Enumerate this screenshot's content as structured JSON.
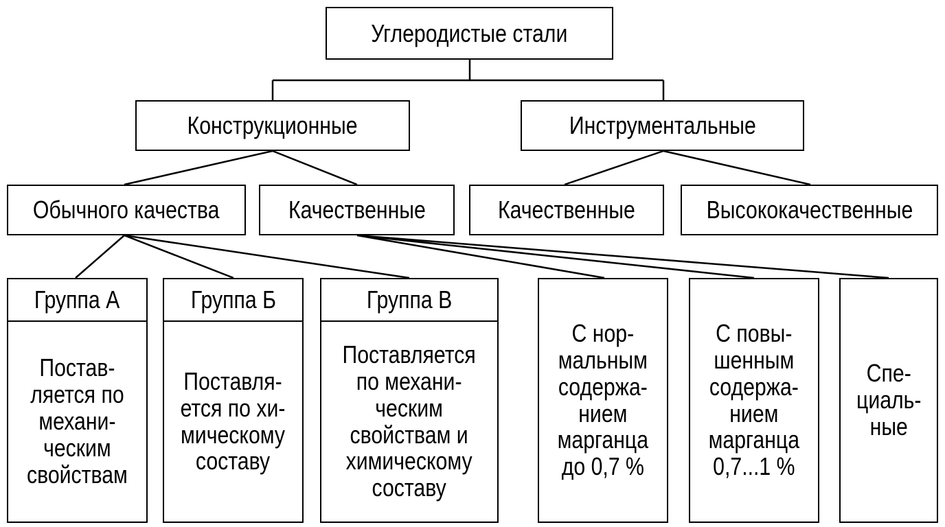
{
  "root": "Углеродистые стали",
  "level1": {
    "structural": "Конструкционные",
    "tool": "Инструментальные"
  },
  "level2": {
    "ordinary": "Обычного качества",
    "quality_structural": "Качественные",
    "quality_tool": "Качественные",
    "high_quality": "Высококачественные"
  },
  "groups": [
    {
      "head": "Группа А",
      "body": "Постав-\nляется по\nмехани-\nческим\nсвойствам"
    },
    {
      "head": "Группа Б",
      "body": "Поставля-\nется по хи-\nмическому\nсоставу"
    },
    {
      "head": "Группа В",
      "body": "Поставляется\nпо механи-\nческим\nсвойствам и\nхимическому\nсоставу"
    }
  ],
  "quality_types": [
    {
      "body": "С нор-\nмальным\nсодержа-\nнием\nмарганца\nдо 0,7 %"
    },
    {
      "body": "С повы-\nшенным\nсодержа-\nнием\nмарганца\n0,7...1 %"
    },
    {
      "body": "Спе-\nциаль-\nные"
    }
  ]
}
